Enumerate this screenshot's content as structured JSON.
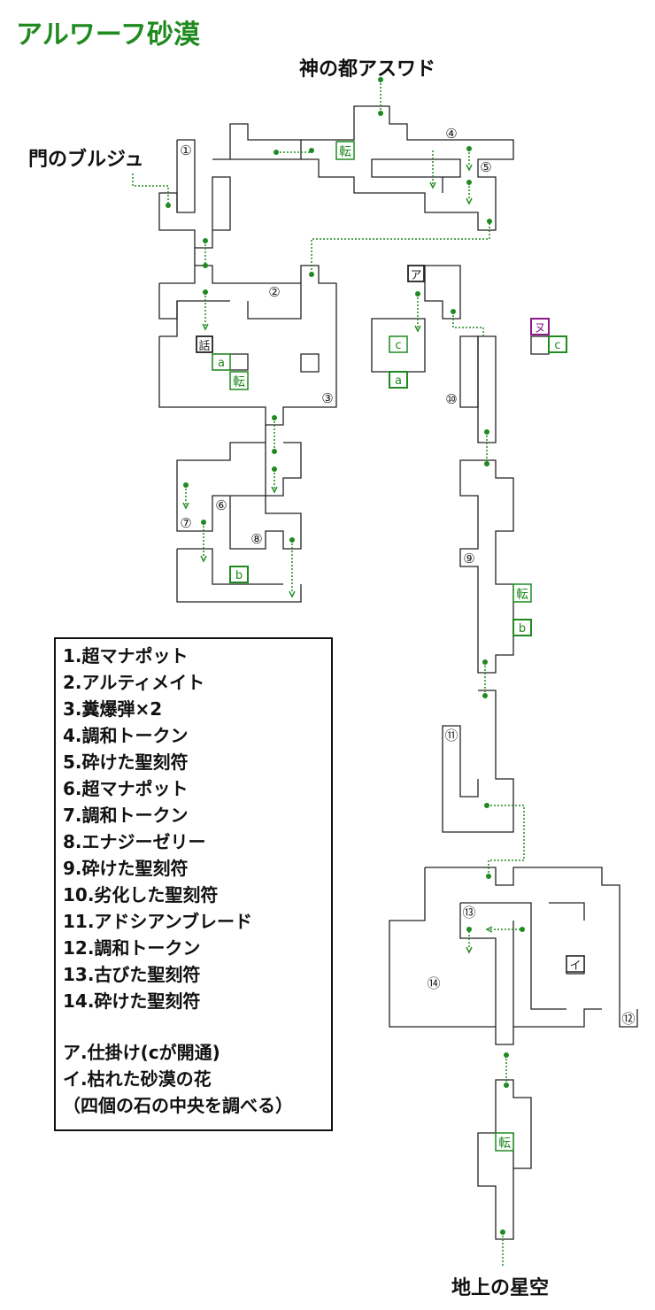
{
  "title": "アルワーフ砂漠",
  "places": {
    "top": "神の都アスワド",
    "left": "門のブルジュ",
    "bottom": "地上の星空"
  },
  "map_markers": {
    "n1": "①",
    "n2": "②",
    "n3": "③",
    "n4": "④",
    "n5": "⑤",
    "n6": "⑥",
    "n7": "⑦",
    "n8": "⑧",
    "n9": "⑨",
    "n10": "⑩",
    "n11": "⑪",
    "n12": "⑫",
    "n13": "⑬",
    "n14": "⑭",
    "ten": "転",
    "wa": "話",
    "a": "a",
    "b": "b",
    "c": "c",
    "ア": "ア",
    "イ": "イ",
    "ヌ": "ヌ"
  },
  "legend": {
    "items": [
      "1.超マナポット",
      "2.アルティメイト",
      "3.糞爆弾×2",
      "4.調和トークン",
      "5.砕けた聖刻符",
      "6.超マナポット",
      "7.調和トークン",
      "8.エナジーゼリー",
      "9.砕けた聖刻符",
      "10.劣化した聖刻符",
      "11.アドシアンブレード",
      "12.調和トークン",
      "13.古びた聖刻符",
      "14.砕けた聖刻符"
    ],
    "notes": [
      "ア.仕掛け(cが開通)",
      "イ.枯れた砂漠の花",
      "（四個の石の中央を調べる）"
    ]
  },
  "colors": {
    "title": "#1f8a1f",
    "wall": "#222222",
    "path": "#1f8a1f",
    "switch_nu": "#8b1a8b"
  }
}
